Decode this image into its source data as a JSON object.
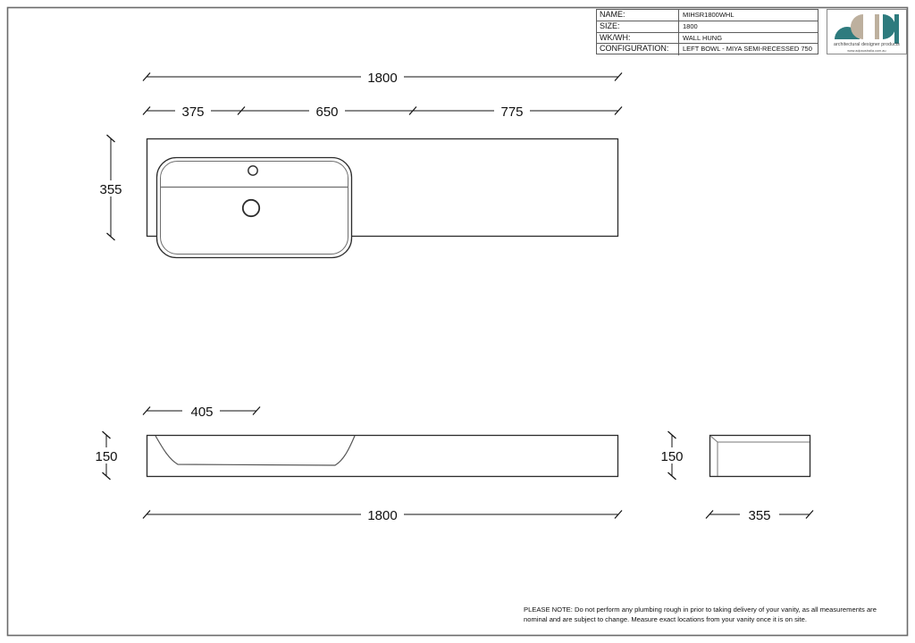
{
  "sheet": {
    "frame_color": "#6b6b6b",
    "line_color": "#2b2b2b",
    "background": "#ffffff"
  },
  "title_block": {
    "rows": [
      {
        "label": "NAME:",
        "value": "MIHSR1800WHL"
      },
      {
        "label": "SIZE:",
        "value": "1800"
      },
      {
        "label": "WK/WH:",
        "value": "WALL HUNG"
      },
      {
        "label": "CONFIGURATION:",
        "value": "LEFT BOWL - MIYA SEMI-RECESSED 750"
      }
    ]
  },
  "logo": {
    "tagline": "architectural designer products",
    "url": "www.adpaustralia.com.au",
    "teal": "#2e7b7e",
    "tan": "#bdb09e"
  },
  "footer": {
    "note": "PLEASE NOTE: Do not perform any plumbing rough in prior to taking delivery of your vanity, as all measurements are nominal and are subject to change. Measure exact locations from your vanity once it is on site."
  },
  "dimensions": {
    "plan_overall_width": "1800",
    "plan_seg_left": "375",
    "plan_seg_mid": "650",
    "plan_seg_right": "775",
    "plan_depth": "355",
    "elev_bowl_width": "405",
    "elev_height": "150",
    "elev_overall_width": "1800",
    "side_height": "150",
    "side_depth": "355"
  }
}
